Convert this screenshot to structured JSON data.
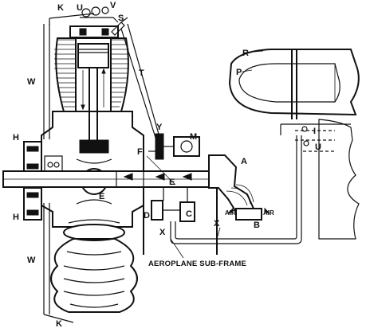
{
  "diagram": {
    "labels": {
      "K_top": "K",
      "U": "U",
      "V": "V",
      "S": "S",
      "R": "R",
      "P": "P",
      "W_upper": "W",
      "T": "T",
      "H_upper": "H",
      "Y": "Y",
      "M": "M",
      "F": "F",
      "E_shaft": "E",
      "A": "A",
      "E_lower": "E",
      "I": "I",
      "U_small": "U",
      "H_lower": "H",
      "D": "D",
      "C": "C",
      "air_left": "AIR",
      "air_right": "AIR",
      "B": "B",
      "X_left": "X",
      "X_right": "X",
      "W_lower": "W",
      "K_bottom": "K"
    },
    "caption": "AEROPLANE SUB-FRAME",
    "colors": {
      "ink": "#111111",
      "paper": "#ffffff"
    }
  }
}
